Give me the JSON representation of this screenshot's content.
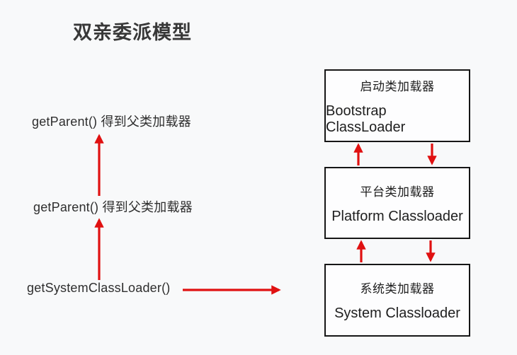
{
  "title": "双亲委派模型",
  "labels": {
    "get_parent_1": "getParent() 得到父类加载器",
    "get_parent_2": "getParent() 得到父类加载器",
    "get_system_class_loader": "getSystemClassLoader()"
  },
  "boxes": [
    {
      "id": "bootstrap",
      "line_zh": "启动类加载器",
      "line_en": "Bootstrap ClassLoader"
    },
    {
      "id": "platform",
      "line_zh": "平台类加载器",
      "line_en": "Platform Classloader"
    },
    {
      "id": "system",
      "line_zh": "系统类加载器",
      "line_en": "System Classloader"
    }
  ],
  "colors": {
    "arrow": "#e01111",
    "bg": "#f8f9fa",
    "box_border": "#161616",
    "box_bg": "#fdfdfe",
    "title_color": "#383838",
    "label_color": "#2e2e2e",
    "box_text": "#1e1e1e"
  }
}
